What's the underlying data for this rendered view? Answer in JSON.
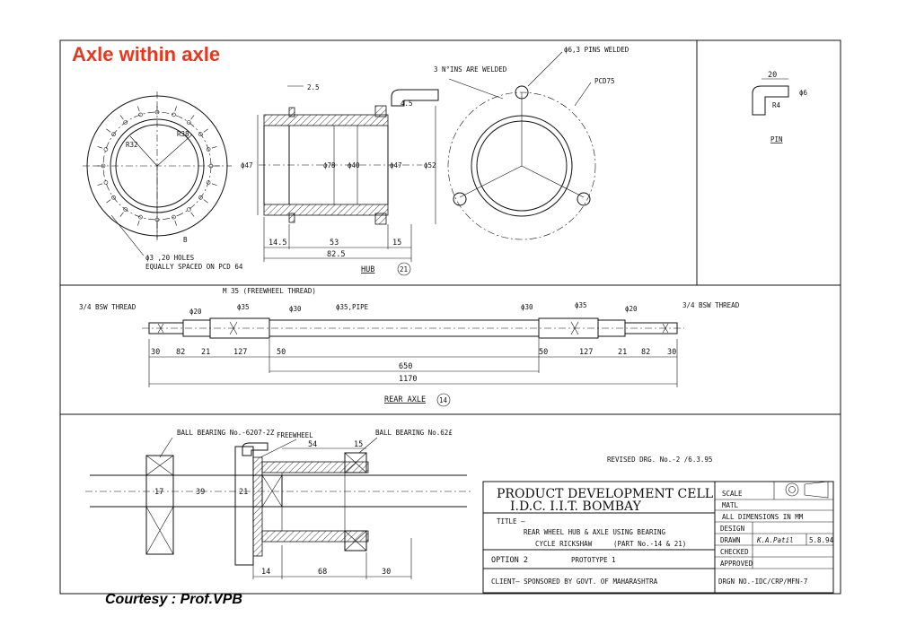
{
  "slide": {
    "title": "Axle within axle",
    "courtesy": "Courtesy : Prof.VPB",
    "title_color": "#e8371c"
  },
  "hub_view": {
    "left_labels": {
      "r38": "R38",
      "r32": "R32",
      "b": "B",
      "holes_1": "ϕ3 ,20 HOLES",
      "holes_2": "EQUALLY SPACED ON PCD 64"
    },
    "section_labels": {
      "top_dim": "2.5",
      "dim_45": "4.5",
      "d47_left": "ϕ47",
      "d78": "ϕ78",
      "d40": "ϕ40",
      "d47_right": "ϕ47",
      "d52": "ϕ52"
    },
    "bottom_dims": [
      "14.5",
      "53",
      "15"
    ],
    "overall_dim": "82.5",
    "caption": "HUB",
    "caption_no": "21",
    "right_labels": {
      "pins_welded_note": "3 N°INS ARE WELDED",
      "pins": "ϕ6,3 PINS WELDED",
      "pcd": "PCD75"
    }
  },
  "pin_view": {
    "dim_20": "20",
    "dim_6": "ϕ6",
    "dim_4": "R4",
    "caption": "PIN"
  },
  "axle_view": {
    "labels": {
      "thread_left": "3/4 BSW THREAD",
      "freewheel_thread": "M 35 (FREEWHEEL THREAD)",
      "d20_left": "ϕ20",
      "d35_left": "ϕ35",
      "d30_left": "ϕ30",
      "pipe": "ϕ35,PIPE",
      "d30_right": "ϕ30",
      "d35_right": "ϕ35",
      "d20_right": "ϕ20",
      "thread_right": "3/4 BSW THREAD"
    },
    "dims": [
      "30",
      "82",
      "21",
      "127",
      "50",
      "50",
      "127",
      "21",
      "82",
      "30"
    ],
    "dim_650": "650",
    "dim_1170": "1170",
    "caption": "REAR AXLE",
    "caption_no": "14"
  },
  "assembly_view": {
    "labels": {
      "bearing_left": "BALL BEARING No.-6207-2Z",
      "freewheel": "FREEWHEEL",
      "bearing_right": "BALL BEARING No.62£",
      "dim_54": "54",
      "dim_15": "15"
    },
    "dims_left": [
      "17",
      "39",
      "21"
    ],
    "dims_bottom": [
      "14",
      "68",
      "30"
    ],
    "revised": "REVISED DRG. No.-2 /6.3.95"
  },
  "title_block": {
    "heading_1": "PRODUCT DEVELOPMENT CELL",
    "heading_2": "I.D.C. I.I.T. BOMBAY",
    "title_label": "TITLE –",
    "title_line_1": "REAR WHEEL HUB & AXLE USING BEARING",
    "title_line_2": "CYCLE RICKSHAW",
    "part_ref": "(PART No.-14 & 21)",
    "option": "OPTION 2",
    "prototype": "PROTOTYPE 1",
    "client": "CLIENT– SPONSORED BY GOVT. OF MAHARASHTRA",
    "scale": "SCALE",
    "matl": "MATL",
    "all_dims": "ALL DIMENSIONS IN MM",
    "design": "DESIGN",
    "drawn": "DRAWN",
    "signature": "K.A.Patil",
    "drawn_date": "5.8.94",
    "checked": "CHECKED",
    "approved": "APPROVED",
    "drgn_no": "DRGN NO.-IDC/CRP/MFN-7"
  }
}
